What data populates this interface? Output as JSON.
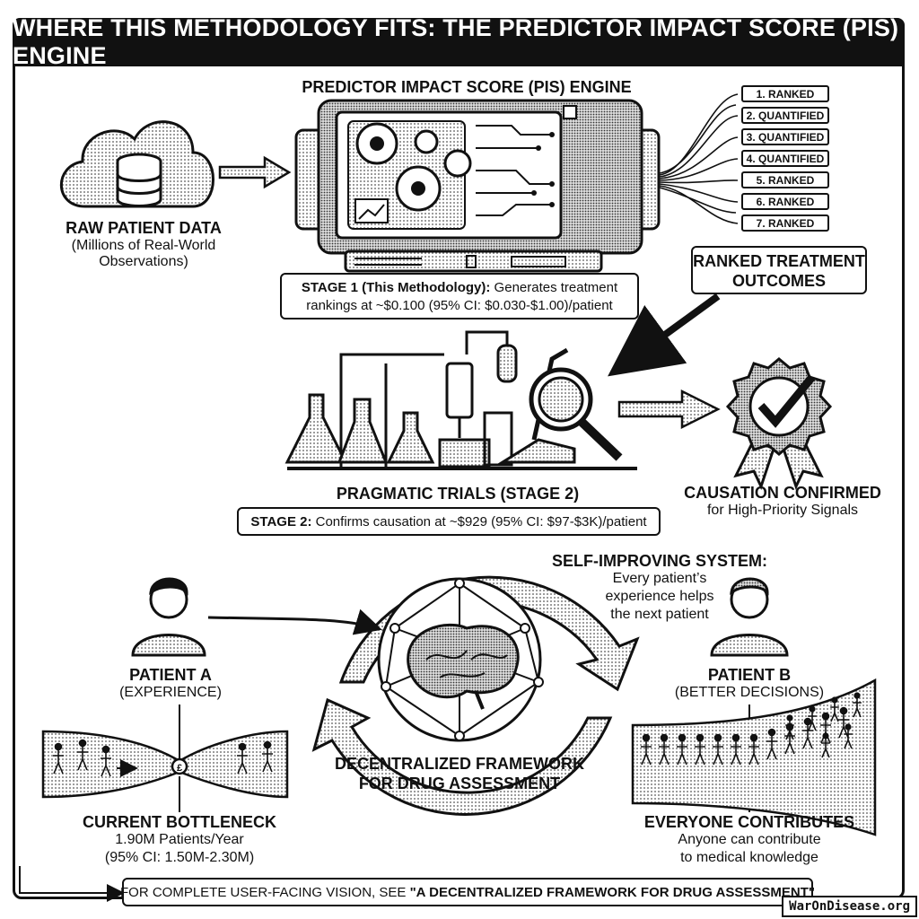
{
  "header": {
    "title": "WHERE THIS METHODOLOGY FITS: THE PREDICTOR IMPACT SCORE (PIS) ENGINE"
  },
  "engine": {
    "label": "PREDICTOR IMPACT SCORE (PIS) ENGINE"
  },
  "raw_data": {
    "title": "RAW PATIENT DATA",
    "line1": "(Millions of Real-World",
    "line2": "Observations)"
  },
  "outputs": [
    {
      "label": "1. RANKED"
    },
    {
      "label": "2. QUANTIFIED"
    },
    {
      "label": "3. QUANTIFIED"
    },
    {
      "label": "4. QUANTIFIED"
    },
    {
      "label": "5. RANKED"
    },
    {
      "label": "6. RANKED"
    },
    {
      "label": "7. RANKED"
    }
  ],
  "stage1": {
    "bold": "STAGE 1 (This Methodology):",
    "rest": " Generates treatment",
    "line2": "rankings at ~$0.100 (95% CI: $0.030-$1.00)/patient"
  },
  "ranked_outcomes": {
    "line1": "RANKED TREATMENT",
    "line2": "OUTCOMES"
  },
  "trials": {
    "label": "PRAGMATIC TRIALS (STAGE 2)"
  },
  "stage2": {
    "bold": "STAGE 2:",
    "rest": " Confirms causation at ~$929 (95% CI: $97-$3K)/patient"
  },
  "causation": {
    "title": "CAUSATION CONFIRMED",
    "sub": "for High-Priority Signals"
  },
  "self_improving": {
    "title": "SELF-IMPROVING SYSTEM:",
    "line1": "Every patient’s",
    "line2": "experience helps",
    "line3": "the next patient"
  },
  "patient_a": {
    "name": "PATIENT A",
    "role": "(EXPERIENCE)"
  },
  "patient_b": {
    "name": "PATIENT B",
    "role": "(BETTER DECISIONS)"
  },
  "framework": {
    "line1": "DECENTRALIZED FRAMEWORK",
    "line2": "FOR DRUG ASSESSMENT"
  },
  "bottleneck": {
    "title": "CURRENT BOTTLENECK",
    "line1": "1.90M Patients/Year",
    "line2": "(95% CI: 1.50M-2.30M)",
    "symbol": "£"
  },
  "everyone": {
    "title": "EVERYONE CONTRIBUTES",
    "line1": "Anyone can contribute",
    "line2": "to medical knowledge"
  },
  "footer": {
    "prefix": "FOR COMPLETE USER-FACING VISION, SEE ",
    "quote": "\"A DECENTRALIZED FRAMEWORK FOR DRUG ASSESSMENT\""
  },
  "watermark": {
    "text": "WarOnDisease.org"
  }
}
